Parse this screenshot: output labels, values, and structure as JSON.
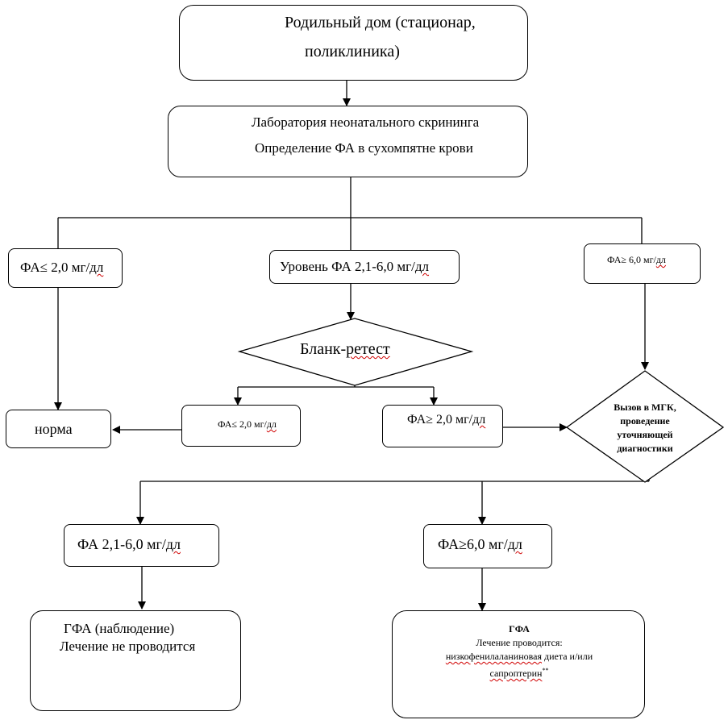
{
  "nodes": {
    "maternity": {
      "line1": "Родильный дом (стационар,",
      "line2": "поликлиника)"
    },
    "lab": {
      "line1": "Лаборатория неонатального скрининга",
      "line2": "Определение ФА в сухомпятне крови"
    },
    "low": {
      "text": "ФА≤ 2,0 мг/",
      "text_red": "дл"
    },
    "mid": {
      "text": "Уровень ФА 2,1-6,0 мг/",
      "text_red": "дл"
    },
    "high": {
      "text": "ФА≥ 6,0 мг/",
      "text_red": "дл"
    },
    "retest": {
      "text_prefix": "Бланк-",
      "text_red": "ретест"
    },
    "norm": {
      "text": "норма"
    },
    "retest_low": {
      "text": "ФА≤ 2,0 мг/",
      "text_red": "дл"
    },
    "retest_high": {
      "text": "ФА≥ 2,0 мг/",
      "text_red": "дл"
    },
    "mgk": {
      "line1": "Вызов в МГК,",
      "line2": "проведение",
      "line3": "уточняющей",
      "line4": "диагностики"
    },
    "dx_mid": {
      "text": "ФА 2,1-6,0 мг/",
      "text_red": "дл"
    },
    "dx_high": {
      "text": "ФА≥6,0 мг/",
      "text_red": "дл"
    },
    "gfa": {
      "line1": "ГФА (наблюдение)",
      "line2": "Лечение не проводится"
    },
    "pku": {
      "line1": "ГФА",
      "line2": "Лечение проводится:",
      "line3_red": "низкофенилаланиновая",
      "line3_rest": " диета и/или",
      "line4_red": "сапроптерин",
      "line4_sup": "**"
    }
  }
}
